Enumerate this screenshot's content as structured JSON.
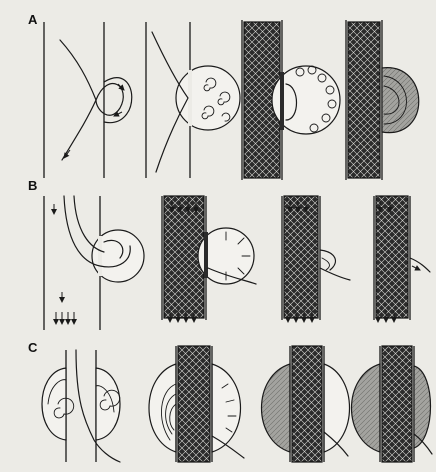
{
  "panels": [
    {
      "label": "A"
    },
    {
      "label": "B"
    },
    {
      "label": "C"
    }
  ],
  "colors": {
    "background": "#ecebe6",
    "ink": "#1a1a1a",
    "thrombus_gray": "#9a9a96"
  }
}
